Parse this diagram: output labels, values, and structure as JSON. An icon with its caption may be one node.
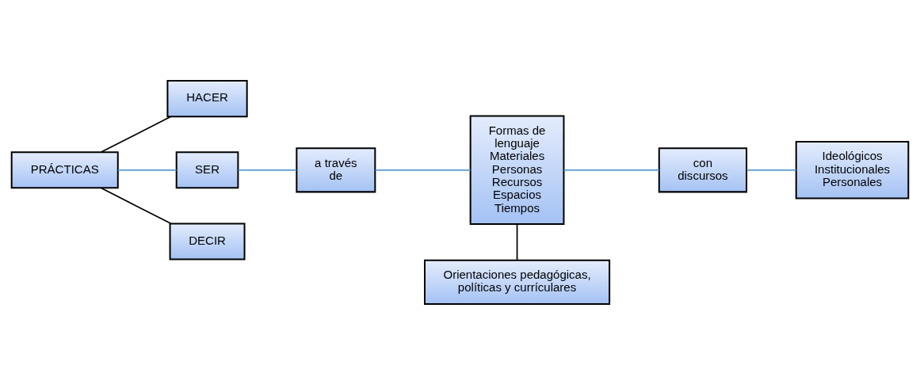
{
  "diagram": {
    "nodes": [
      {
        "text": [
          "PRÁCTICAS"
        ]
      },
      {
        "text": [
          "HACER"
        ]
      },
      {
        "text": [
          "SER"
        ]
      },
      {
        "text": [
          "DECIR"
        ]
      },
      {
        "text": [
          "a través de"
        ]
      },
      {
        "text": [
          "Formas de lenguaje",
          "Materiales",
          "Personas",
          "Recursos",
          "Espacios",
          "Tiempos"
        ]
      },
      {
        "text": [
          "con discursos"
        ]
      },
      {
        "text": [
          "Ideológicos",
          "Institucionales",
          "Personales"
        ]
      },
      {
        "text": [
          "Orientaciones pedagógicas, políticas y currículares"
        ]
      }
    ],
    "edges": [
      {
        "from": 0,
        "to": 1,
        "arrow": "none",
        "color": "#000000"
      },
      {
        "from": 0,
        "to": 2,
        "arrow": "none"
      },
      {
        "from": 0,
        "to": 3,
        "arrow": "none",
        "color": "#000000"
      },
      {
        "from": 2,
        "to": 4,
        "arrow": "none"
      },
      {
        "from": 4,
        "to": 5,
        "arrow": "none"
      },
      {
        "from": 5,
        "to": 6,
        "arrow": "none"
      },
      {
        "from": 6,
        "to": 7,
        "arrow": "none"
      },
      {
        "from": 5,
        "to": 8,
        "arrow": "none",
        "color": "#000000"
      }
    ]
  }
}
